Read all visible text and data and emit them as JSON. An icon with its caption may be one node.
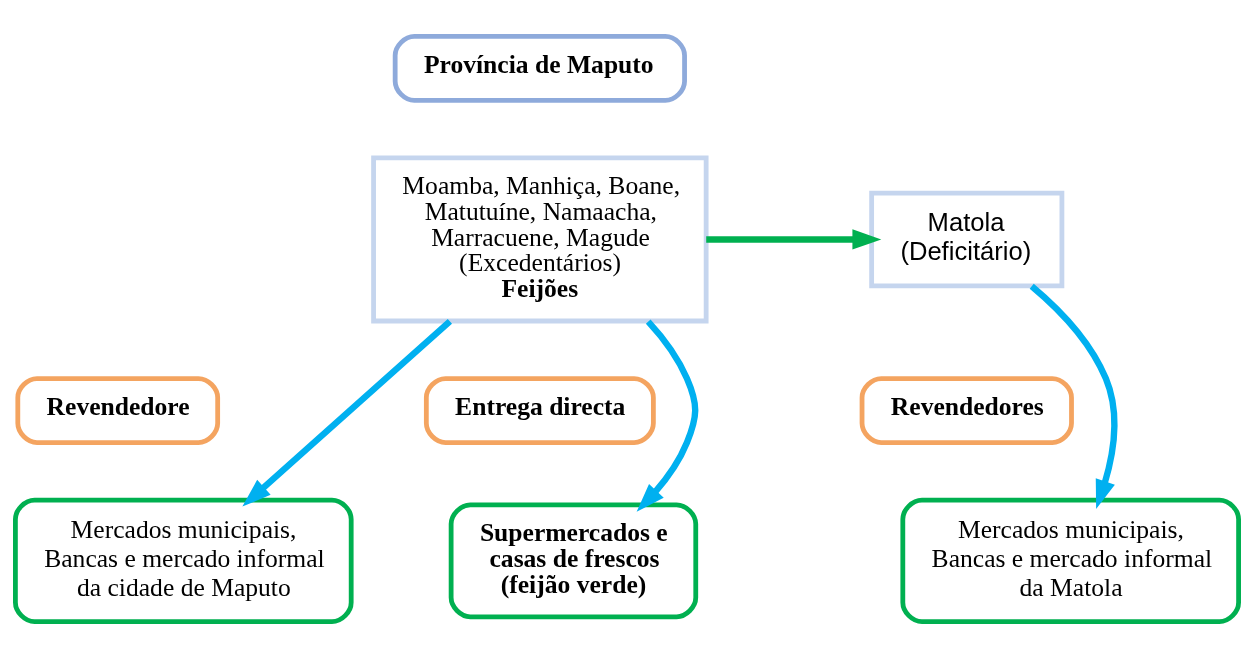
{
  "diagram": {
    "nodes": [
      {
        "text": [
          "Província de Maputo"
        ]
      },
      {
        "text": [
          "Moamba, Manhiça, Boane, Matutuíne, Namaacha, Marracuene, Magude (Excedentários)",
          "Feijões"
        ]
      },
      {
        "text": [
          "Matola (Deficitário)"
        ]
      },
      {
        "text": [
          "Revendedore"
        ]
      },
      {
        "text": [
          "Entrega directa"
        ]
      },
      {
        "text": [
          "Revendedores"
        ]
      },
      {
        "text": [
          "Mercados municipais, Bancas e mercado informal da cidade de Maputo"
        ]
      },
      {
        "text": [
          "Supermercados e casas de frescos (feijão verde)"
        ]
      },
      {
        "text": [
          "Mercados municipais, Bancas e mercado informal da Matola"
        ]
      }
    ],
    "edges": [
      {
        "from": 1,
        "to": 2,
        "arrow": "to",
        "color": "#00b050"
      },
      {
        "from": 1,
        "to": 6,
        "arrow": "to"
      },
      {
        "from": 1,
        "to": 7,
        "arrow": "to"
      },
      {
        "from": 2,
        "to": 8,
        "arrow": "to"
      }
    ]
  }
}
